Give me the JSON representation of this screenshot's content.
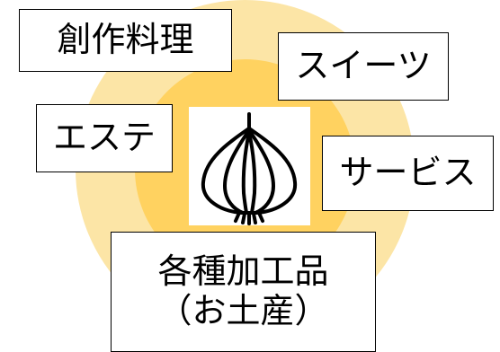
{
  "diagram": {
    "center_icon": "onion-icon",
    "colors": {
      "outer_ring": "#FCE5A6",
      "inner_ring": "#FFD260",
      "box_border": "#000000"
    },
    "labels": {
      "sosaku": "創作料理",
      "sweets": "スイーツ",
      "esute": "エステ",
      "service": "サービス",
      "kako_line1": "各種加工品",
      "kako_line2": "（お土産）"
    }
  }
}
